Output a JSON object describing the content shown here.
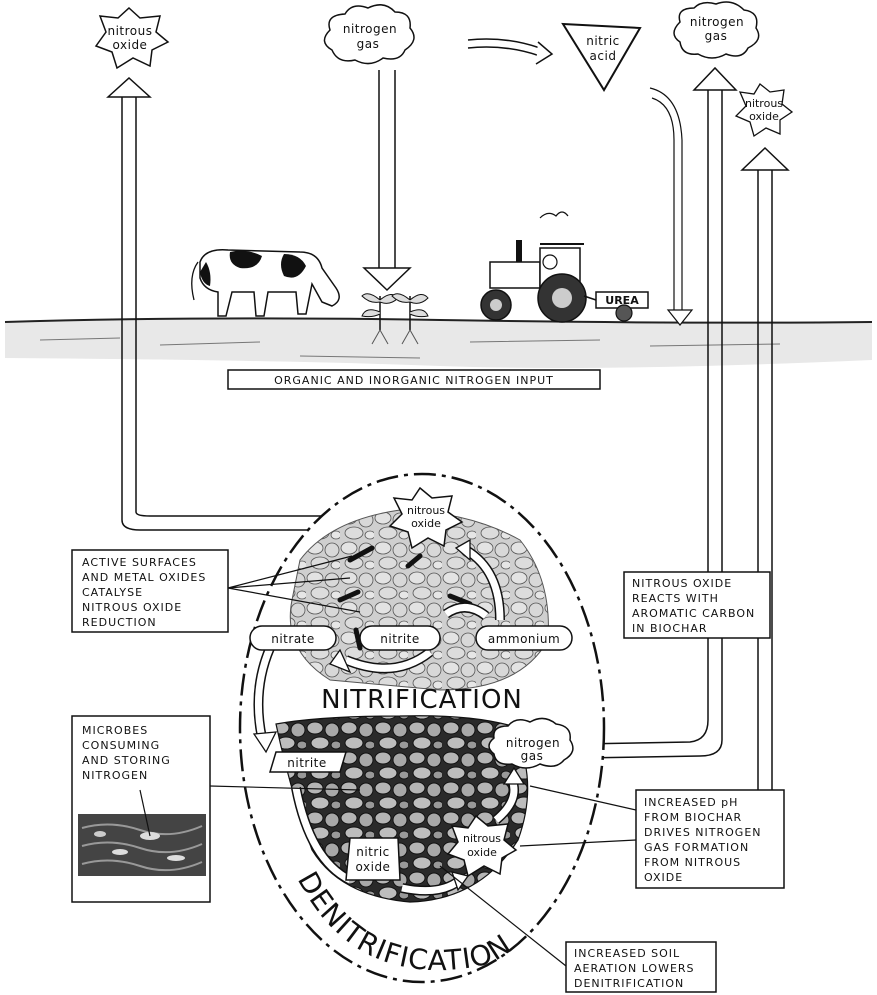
{
  "top_labels": {
    "nitrous_oxide_left": [
      "nitrous",
      "oxide"
    ],
    "nitrogen_gas_top": [
      "nitrogen",
      "gas"
    ],
    "nitric_acid": [
      "nitric",
      "acid"
    ],
    "nitrogen_gas_right": [
      "nitrogen",
      "gas"
    ],
    "nitrous_oxide_right": [
      "nitrous",
      "oxide"
    ]
  },
  "tractor": {
    "urea_label": "UREA"
  },
  "input_banner": "ORGANIC AND INORGANIC NITROGEN INPUT",
  "soil": {
    "nitrous_oxide_top": [
      "nitrous",
      "oxide"
    ],
    "nitrate": "nitrate",
    "nitrite_upper": "nitrite",
    "ammonium": "ammonium",
    "nitrification": "NITRIFICATION",
    "nitrite_lower": "nitrite",
    "nitrogen_gas": [
      "nitrogen",
      "gas"
    ],
    "nitric_oxide": [
      "nitric",
      "oxide"
    ],
    "nitrous_oxide_lower": [
      "nitrous",
      "oxide"
    ],
    "denitrification": "DENITRIFICATION"
  },
  "callouts": {
    "active_surfaces": [
      "ACTIVE SURFACES",
      "AND METAL OXIDES",
      "CATALYSE",
      "NITROUS OXIDE",
      "REDUCTION"
    ],
    "nitrous_reacts": [
      "NITROUS OXIDE",
      "REACTS WITH",
      "AROMATIC CARBON",
      "IN BIOCHAR"
    ],
    "microbes": [
      "MICROBES",
      "CONSUMING",
      "AND STORING",
      "NITROGEN"
    ],
    "increased_ph": [
      "INCREASED pH",
      "FROM BIOCHAR",
      "DRIVES NITROGEN",
      "GAS FORMATION",
      "FROM NITROUS",
      "OXIDE"
    ],
    "aeration": [
      "INCREASED SOIL",
      "AERATION LOWERS",
      "DENITRIFICATION"
    ]
  }
}
